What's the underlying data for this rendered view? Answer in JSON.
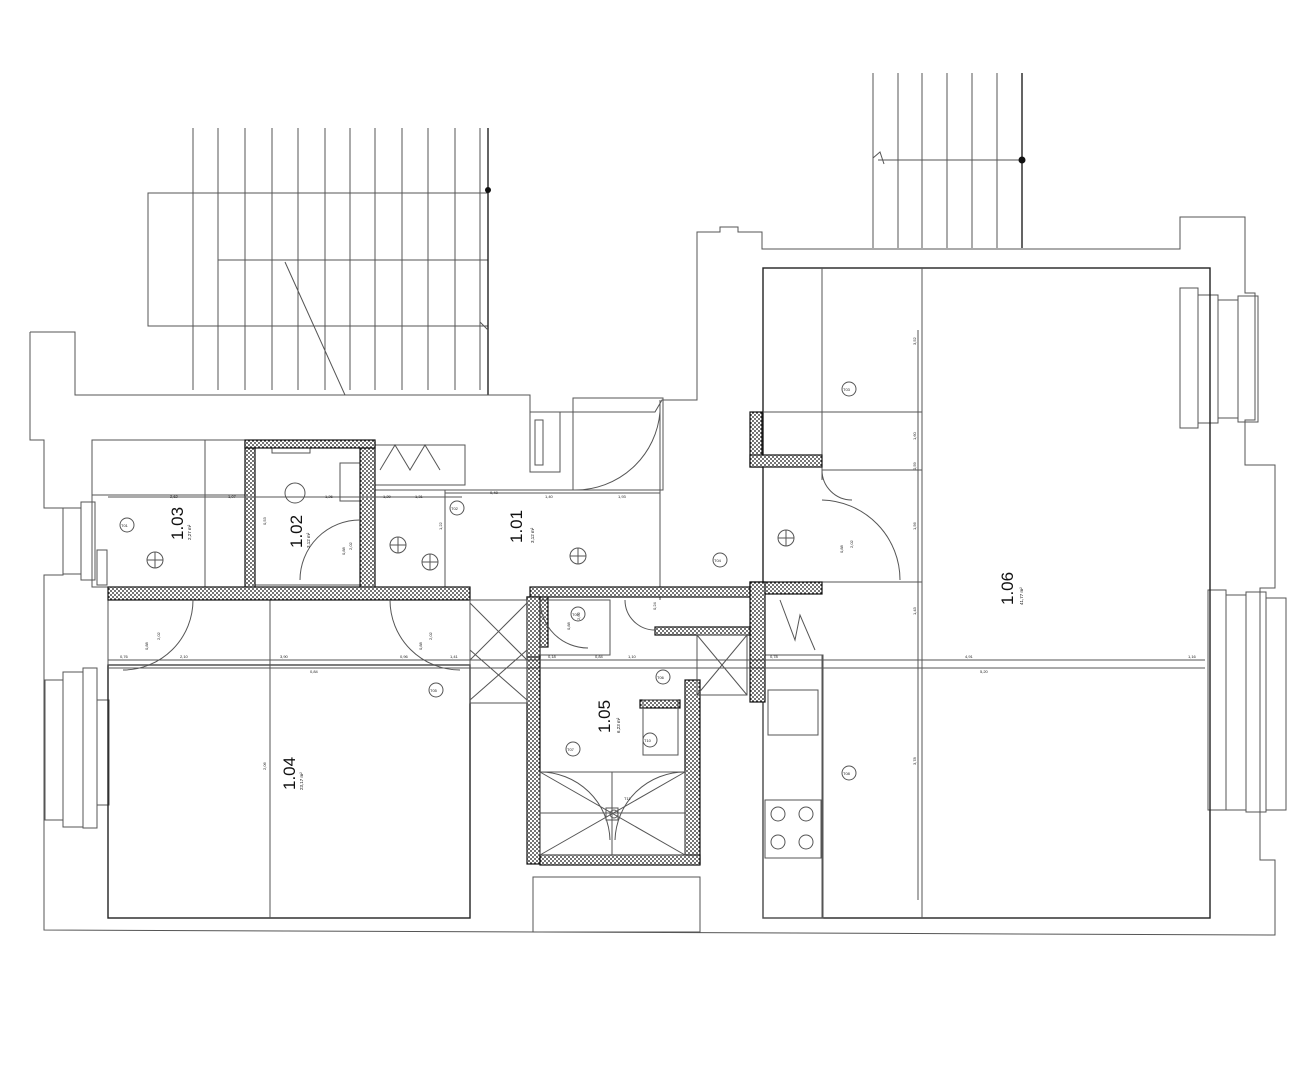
{
  "rooms": [
    {
      "id": "1.01",
      "area": "3,12 m²"
    },
    {
      "id": "1.02",
      "area": "3,12 m²"
    },
    {
      "id": "1.03",
      "area": "2,27 m²"
    },
    {
      "id": "1.04",
      "area": "23,17 m²"
    },
    {
      "id": "1.05",
      "area": "6,23 m²"
    },
    {
      "id": "1.06",
      "area": "41,77 m²"
    }
  ],
  "dimensions": {
    "top_row": [
      "2,62",
      "1,07",
      "1,26",
      "1,29",
      "1,31",
      "0,48",
      "1,40",
      "1,93"
    ],
    "mid_row": [
      "0,76",
      "2,10",
      "3,90",
      "0,84",
      "0,96",
      "1,41",
      "0,18",
      "0,84",
      "1,10",
      "0,78",
      "4,91",
      "5,20",
      "1,16"
    ],
    "door_labels": [
      "0,88",
      "2,02",
      "0,88",
      "2,02",
      "0,88",
      "2,02",
      "0,88",
      "2,02",
      "0,88",
      "2,02"
    ],
    "vertical": [
      "3,52",
      "1,60",
      "0,59",
      "1,56",
      "3,78",
      "1,22",
      "2,06",
      "0,24",
      "0,53",
      "1,43"
    ]
  },
  "tags": [
    "T01",
    "T02",
    "T03",
    "T04",
    "T05",
    "T06",
    "T07",
    "T08",
    "T09",
    "T10",
    "T11"
  ]
}
